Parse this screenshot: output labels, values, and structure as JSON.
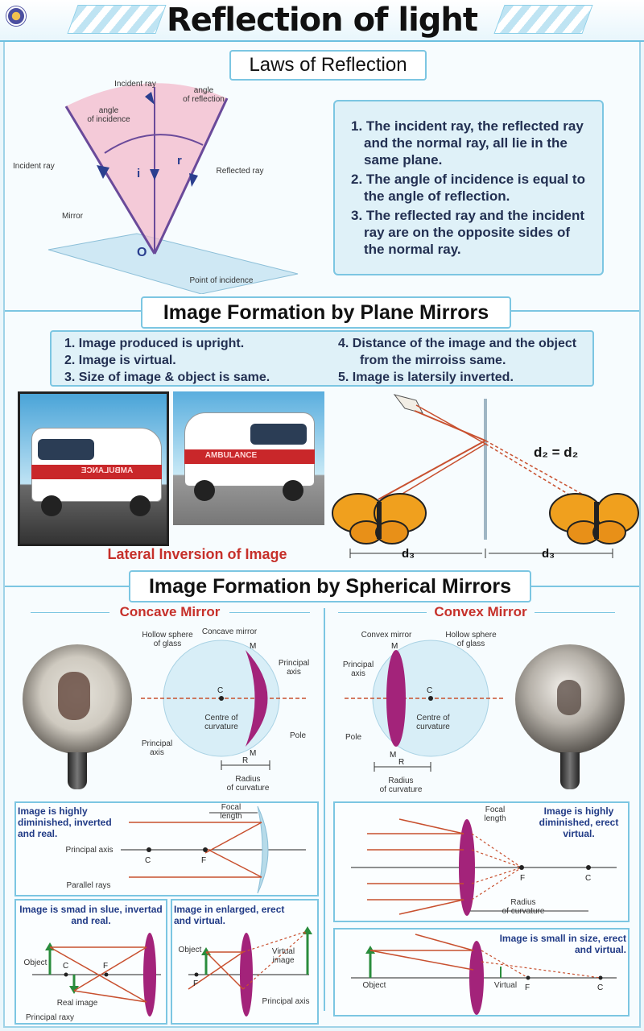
{
  "title": "Reflection of light",
  "laws": {
    "heading": "Laws of Reflection",
    "diagram": {
      "incident_ray_top": "Incident ray",
      "angle_of_reflection": "angle\nof reflection",
      "angle_of_incidence": "angle\nof incidence",
      "incident_ray_side": "Incident ray",
      "reflected_ray": "Reflected ray",
      "mirror": "Mirror",
      "o": "O",
      "i": "i",
      "r": "r",
      "point_of_incidence": "Point of incidence"
    },
    "items": [
      "1. The incident ray, the reflected ray and the normal ray, all lie in the same plane.",
      "2. The angle of incidence is equal to the angle of reflection.",
      "3. The reflected ray and the incident ray are on the opposite sides of the normal ray."
    ]
  },
  "plane": {
    "heading": "Image Formation by Plane Mirrors",
    "items_left": [
      "1.  Image produced is upright.",
      "2.  Image is virtual.",
      "3.  Size of image & object is same."
    ],
    "items_right": [
      "4.  Distance of the image and the object from the mirroiss same.",
      "5.  Image is latersily inverted."
    ],
    "van_text": "AMBULANCE",
    "caption": "Lateral Inversion of Image",
    "equation": "d₂ = d₂",
    "d_left": "d₃",
    "d_right": "d₃"
  },
  "spherical": {
    "heading": "Image Formation by Spherical Mirrors",
    "concave": {
      "title": "Concave Mirror",
      "hollow_sphere": "Hollow sphere\nof glass",
      "mirror_label": "Concave mirror",
      "principal_axis_top": "Principal\naxis",
      "principal_axis_bottom": "Principal\naxis",
      "centre": "Centre of\ncurvature",
      "pole": "Pole",
      "m_top": "M",
      "m_bottom": "M",
      "c": "C",
      "radius": "Radius\nof curvature",
      "r_mark": "R"
    },
    "convex": {
      "title": "Convex Mirror",
      "mirror_label": "Convex mirror",
      "hollow_sphere": "Hollow sphere\nof glass",
      "principal_axis": "Principal\naxis",
      "pole": "Pole",
      "centre": "Centre of\ncurvature",
      "m_top": "M",
      "m_bottom": "M",
      "c": "C",
      "radius": "Radius\nof curvature",
      "r_mark": "R"
    },
    "boxes": {
      "b1_caption": "Image is highly diminished, inverted and real.",
      "b1_focal": "Focal\nlength",
      "b1_axis": "Principal axis",
      "b1_parallel": "Parallel rays",
      "b1_c": "C",
      "b1_f": "F",
      "b2_caption": "Image is highly diminished, erect virtual.",
      "b2_focal": "Focal\nlength",
      "b2_radius": "Radius\nof curvature",
      "b2_f": "F",
      "b2_c": "C",
      "b3_caption": "Image is smad in slue, invertad and real.",
      "b3_object": "Object",
      "b3_c": "C",
      "b3_f": "F",
      "b3_real": "Real image",
      "b3_axis": "Principal raxy",
      "b4_caption": "Image in enlarged, erect and virtual.",
      "b4_object": "Object",
      "b4_f": "F",
      "b4_virtual": "Virtual\nimage",
      "b4_axis": "Principal axis",
      "b5_caption": "Image is small in size, erect and virtual.",
      "b5_object": "Object",
      "b5_virtual": "Virtual",
      "b5_f": "F",
      "b5_c": "C"
    }
  },
  "colors": {
    "accent": "#7cc6e2",
    "panel": "#dff1f8",
    "ray": "#c8502f",
    "mirror": "#a3237a",
    "caption": "#213b86",
    "red": "#c6302a"
  }
}
